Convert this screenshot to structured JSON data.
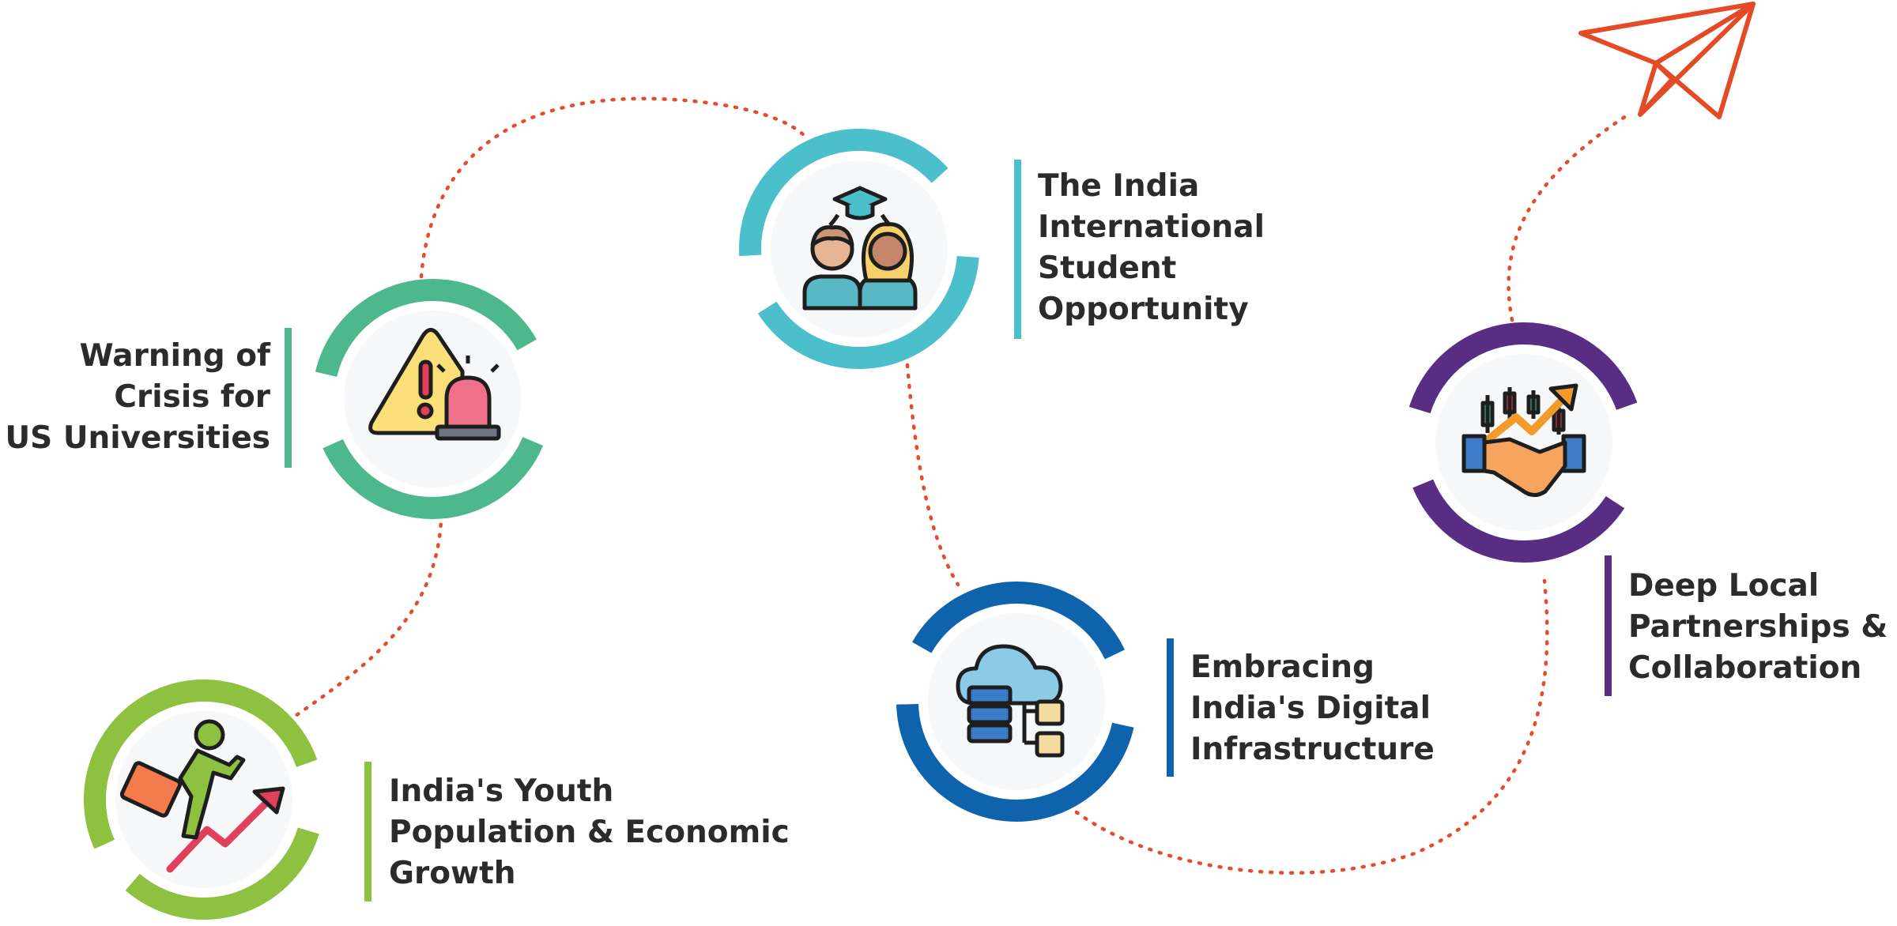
{
  "colors": {
    "path": "#e24e2c",
    "plane": "#e44a26",
    "text": "#2b2b2b",
    "green": "#4db88b",
    "teal": "#4cbfcc",
    "lime": "#8dc13f",
    "blue": "#0f63ad",
    "purple": "#5a2d85"
  },
  "steps": [
    {
      "id": "youth",
      "lines": [
        "India's Youth",
        "Population & Economic",
        "Growth"
      ],
      "accent": "#8dc13f",
      "icon": "climbing-growth-icon"
    },
    {
      "id": "crisis",
      "lines": [
        "Warning of",
        "Crisis for",
        "US Universities"
      ],
      "accent": "#4db88b",
      "icon": "warning-siren-icon"
    },
    {
      "id": "students",
      "lines": [
        "The India",
        "International",
        "Student",
        "Opportunity"
      ],
      "accent": "#4cbfcc",
      "icon": "students-graduation-icon"
    },
    {
      "id": "digital",
      "lines": [
        "Embracing",
        "India's Digital",
        "Infrastructure"
      ],
      "accent": "#0f63ad",
      "icon": "cloud-server-icon"
    },
    {
      "id": "partnerships",
      "lines": [
        "Deep Local",
        "Partnerships &",
        "Collaboration"
      ],
      "accent": "#5a2d85",
      "icon": "handshake-growth-icon"
    }
  ]
}
